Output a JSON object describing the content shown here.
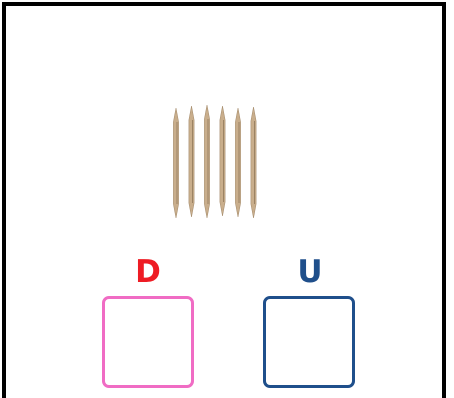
{
  "toothpicks": {
    "count": 6,
    "color": "#c9ae8c"
  },
  "place_value": {
    "tens": {
      "label": "D",
      "color": "#ee1c24",
      "box_color": "#f06cc4",
      "value": ""
    },
    "units": {
      "label": "U",
      "color": "#1f4f8b",
      "box_color": "#1f4f8b",
      "value": ""
    }
  }
}
